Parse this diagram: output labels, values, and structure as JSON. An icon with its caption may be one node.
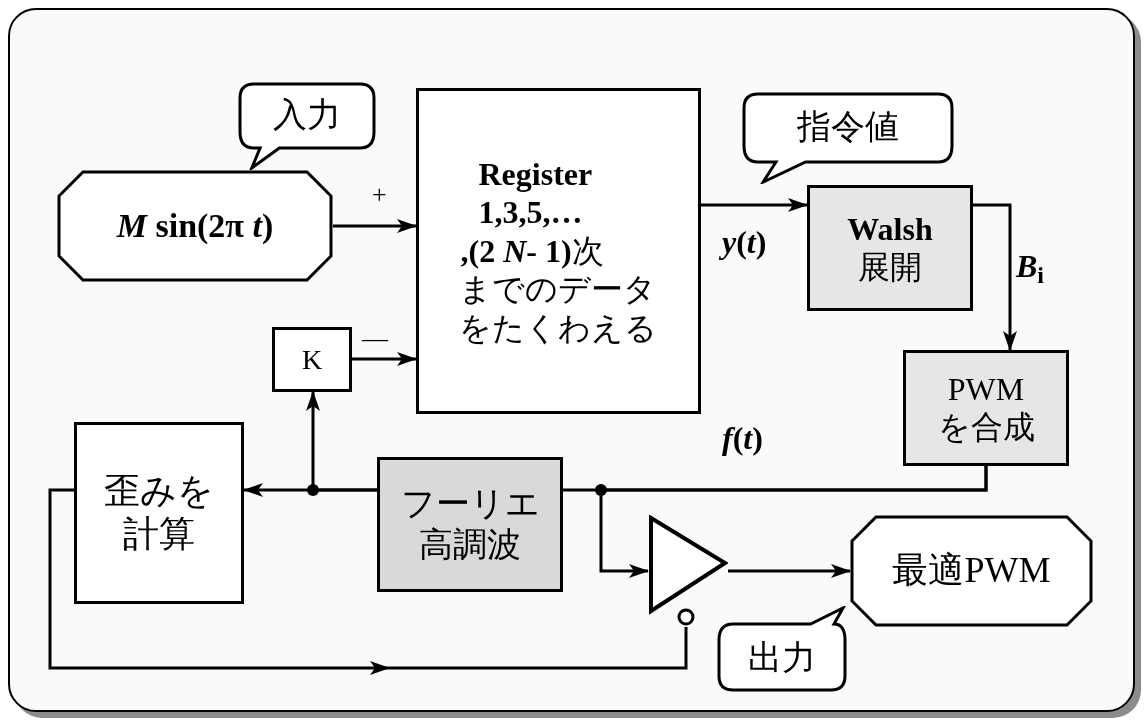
{
  "diagram": {
    "nodes": [
      {
        "text": [
          "入力"
        ]
      },
      {
        "text": [
          "*M* sin(2π *t*)"
        ]
      },
      {
        "text": [
          "Register",
          "1,3,5,…",
          "**,(2 *N*- 1)**次",
          "までのデータをたくわえる"
        ]
      },
      {
        "text": [
          "指令値"
        ]
      },
      {
        "text": [
          "**Walsh**展開"
        ]
      },
      {
        "text": [
          "PWMを合成"
        ]
      },
      {
        "text": [
          "K"
        ]
      },
      {
        "text": [
          "歪みを計算"
        ]
      },
      {
        "text": [
          "フーリエ高調波"
        ]
      },
      {
        "text": [],
        "shape": "triangle"
      },
      {
        "text": [
          "最適PWM"
        ]
      },
      {
        "text": [
          "出力"
        ]
      }
    ],
    "edges": [
      {
        "from": 1,
        "to": 2,
        "arrow": "to",
        "label": "+"
      },
      {
        "from": 6,
        "to": 2,
        "arrow": "to",
        "label": "—"
      },
      {
        "from": 2,
        "to": 4,
        "arrow": "to",
        "label": "*y*(*t*)"
      },
      {
        "from": 4,
        "to": 5,
        "arrow": "to",
        "label": "*B*$_{i}$"
      },
      {
        "from": 5,
        "to": 8,
        "arrow": "none",
        "label": "*f*(*t*)"
      },
      {
        "from": 5,
        "to": 9,
        "arrow": "to"
      },
      {
        "from": 8,
        "to": 7,
        "arrow": "to"
      },
      {
        "from": 8,
        "to": 6,
        "arrow": "to"
      },
      {
        "from": 7,
        "to": 9,
        "arrow": "to"
      },
      {
        "from": 9,
        "to": 10,
        "arrow": "to"
      }
    ]
  }
}
